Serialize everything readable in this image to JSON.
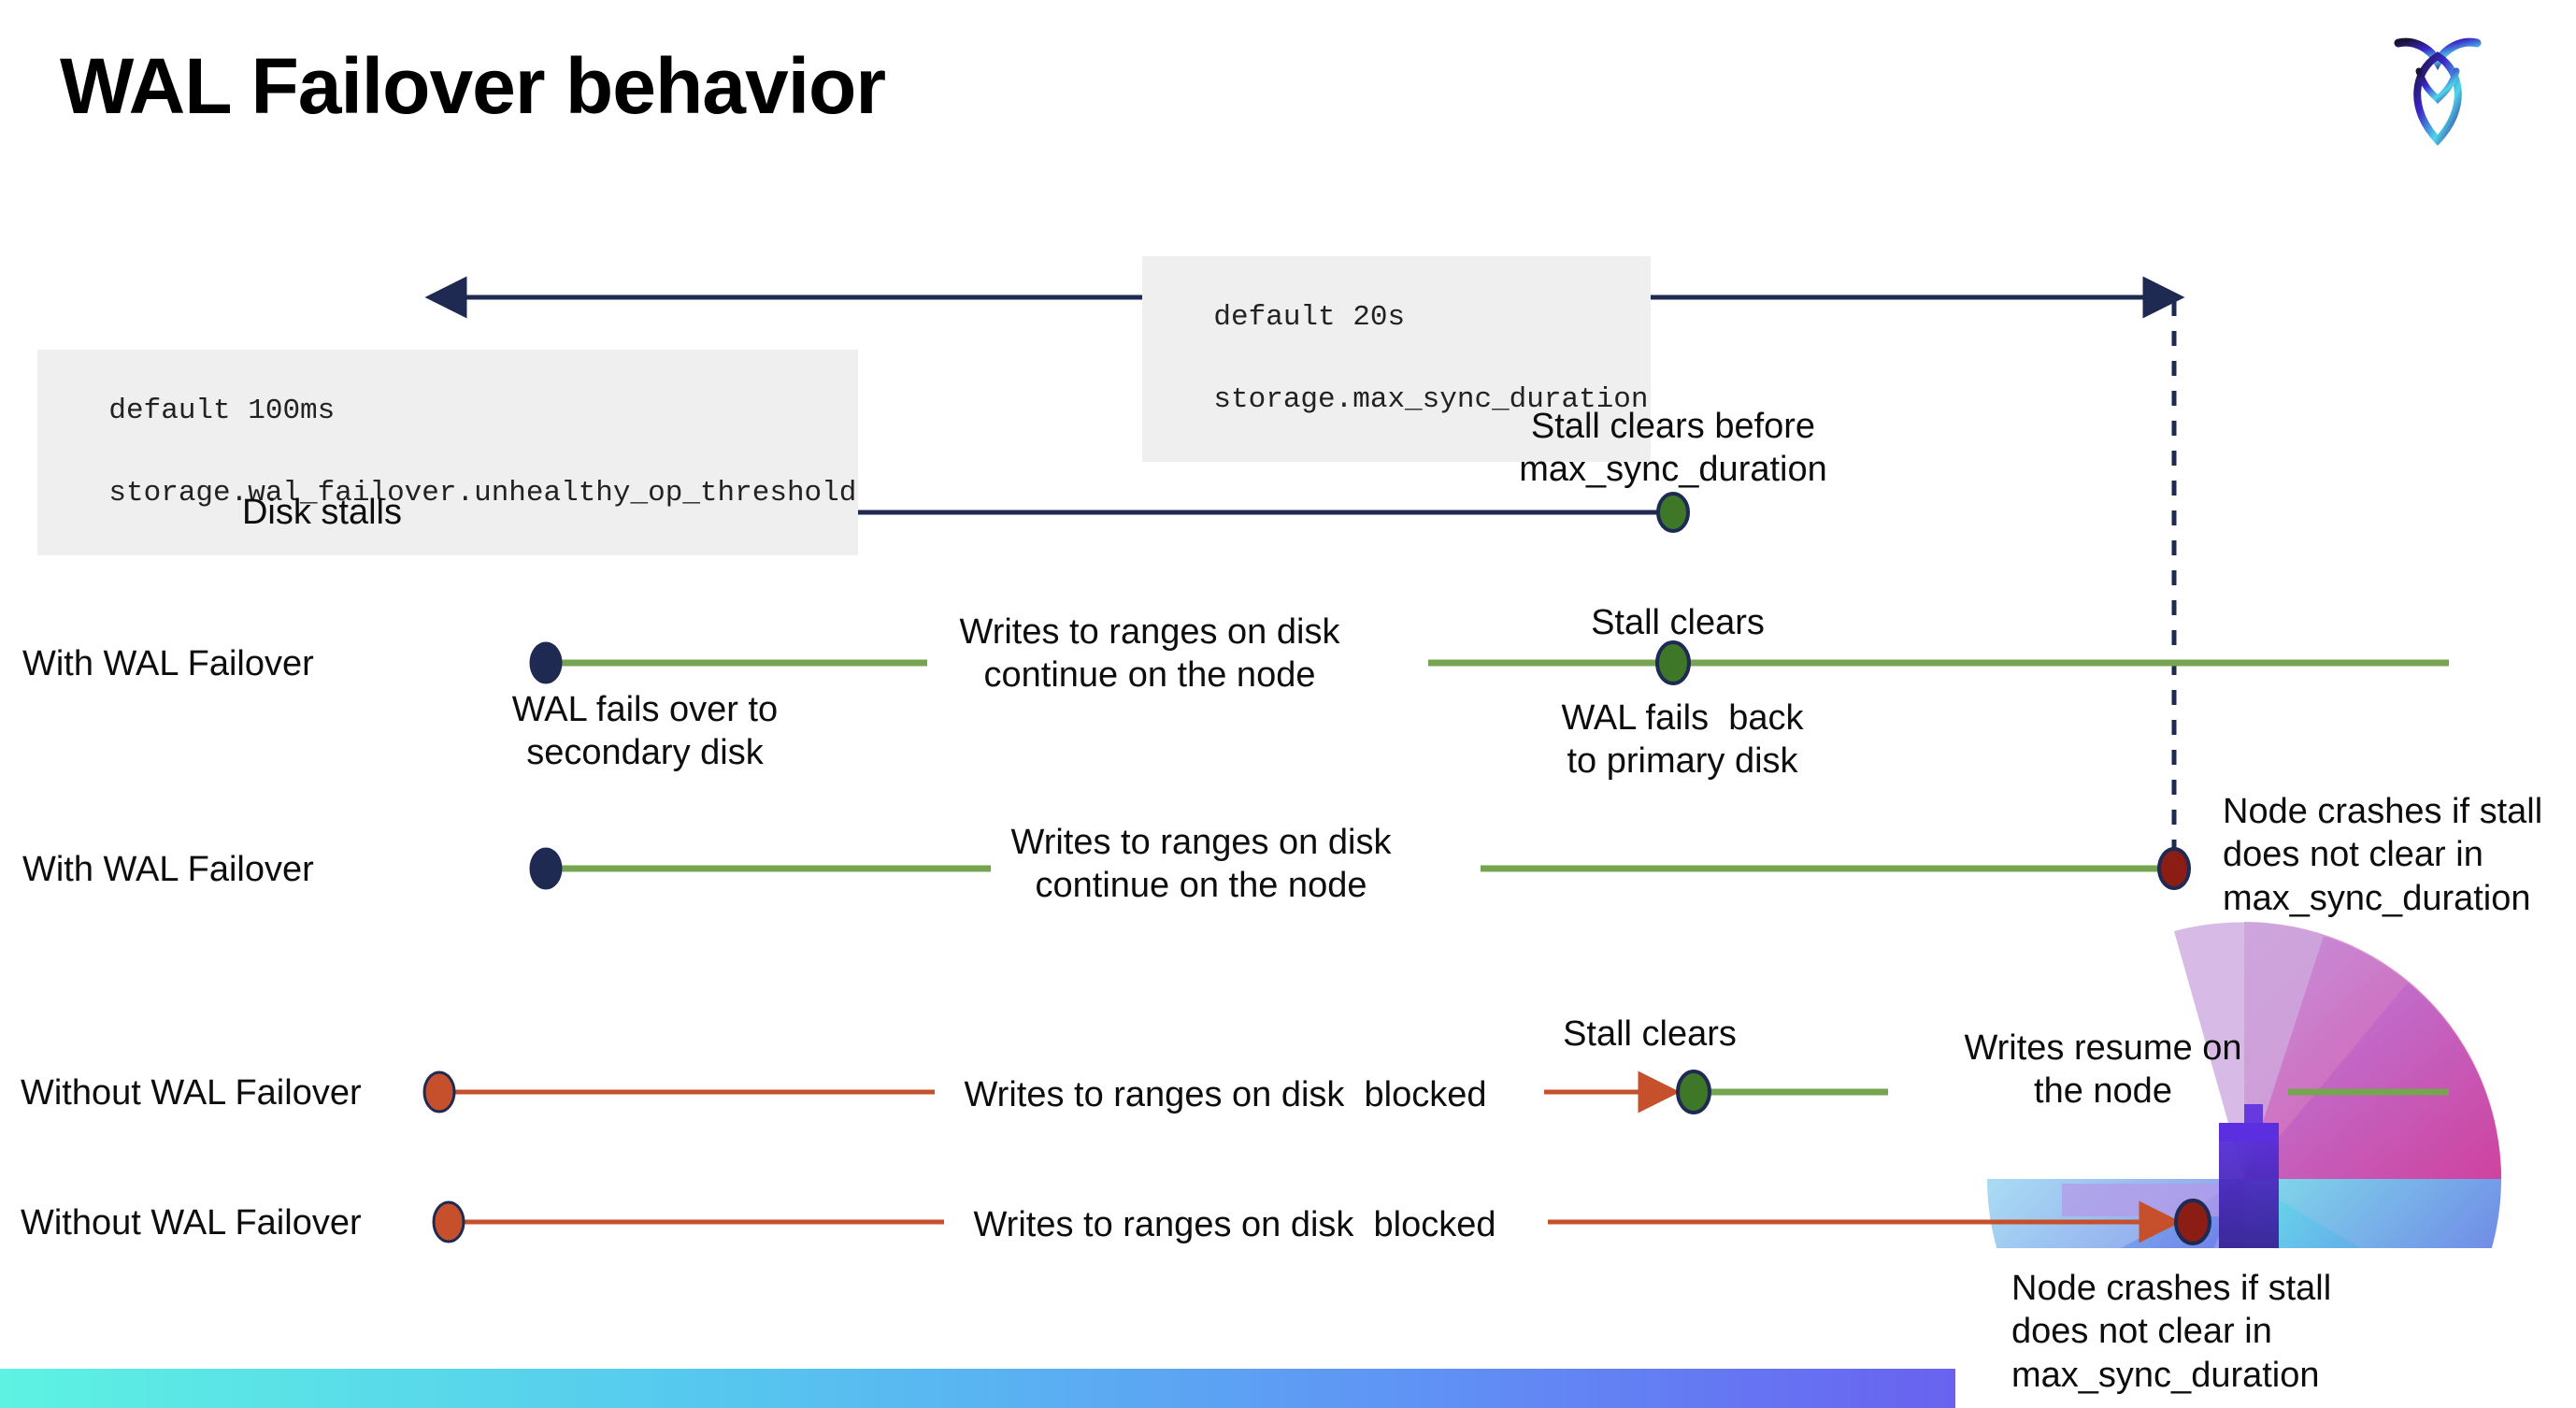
{
  "slide": {
    "title": "WAL Failover behavior",
    "logo_name": "cockroachdb-logo"
  },
  "annotations": {
    "max_sync": {
      "default_line": "default 20s",
      "setting_line": "storage.max_sync_duration"
    },
    "unhealthy_op": {
      "default_line": "default 100ms",
      "setting_line": "storage.wal_failover.unhealthy_op_threshold"
    }
  },
  "rows": [
    {
      "key": "disk-stalls",
      "label": "Disk stalls",
      "note_top": "Stall clears before\nmax_sync_duration"
    },
    {
      "key": "with-wal-failover-clears",
      "label": "With WAL Failover",
      "note_start": "WAL fails over to\nsecondary disk",
      "note_mid": "Writes to ranges on disk\ncontinue on the node",
      "note_clear_top": "Stall clears",
      "note_clear_bottom": "WAL fails  back\nto primary disk"
    },
    {
      "key": "with-wal-failover-crash",
      "label": "With WAL Failover",
      "note_mid": "Writes to ranges on disk\ncontinue on the node",
      "note_crash": "Node crashes if stall\ndoes not clear in\nmax_sync_duration"
    },
    {
      "key": "without-wal-failover-clears",
      "label": "Without WAL Failover",
      "note_mid": "Writes to ranges on disk  blocked",
      "note_clear": "Stall clears",
      "note_resume": "Writes resume on\nthe node"
    },
    {
      "key": "without-wal-failover-crash",
      "label": "Without WAL Failover",
      "note_mid": "Writes to ranges on disk  blocked",
      "note_crash": "Node crashes if stall\ndoes not clear in\nmax_sync_duration"
    }
  ],
  "colors": {
    "navy": "#1f2a52",
    "orange": "#c7502c",
    "green_line": "#77a451",
    "green_dot": "#3d7727",
    "dark_red": "#8c1d15",
    "code_bg": "#efefef",
    "bar_gradient_start": "#5df2e2",
    "bar_gradient_end": "#6f4ff2"
  }
}
